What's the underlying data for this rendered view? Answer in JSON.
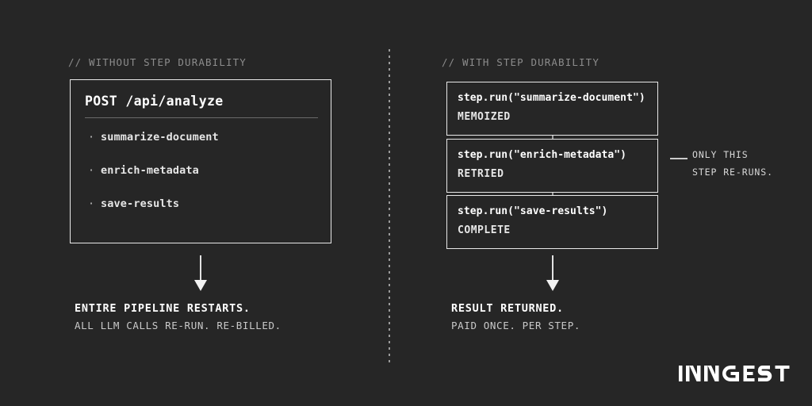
{
  "background_color": "#262626",
  "left_panel": {
    "comment": "// WITHOUT STEP DURABILITY",
    "box": {
      "title": "POST /api/analyze",
      "items": [
        {
          "bullet": "·",
          "label": "summarize-document"
        },
        {
          "bullet": "·",
          "label": "enrich-metadata"
        },
        {
          "bullet": "·",
          "label": "save-results"
        }
      ]
    },
    "caption": {
      "primary": "ENTIRE PIPELINE RESTARTS.",
      "secondary": "ALL LLM CALLS RE-RUN. RE-BILLED."
    }
  },
  "right_panel": {
    "comment": "// WITH STEP DURABILITY",
    "steps": [
      {
        "call": "step.run(\"summarize-document\")",
        "status": "MEMOIZED"
      },
      {
        "call": "step.run(\"enrich-metadata\")",
        "status": "RETRIED"
      },
      {
        "call": "step.run(\"save-results\")",
        "status": "COMPLETE"
      }
    ],
    "callout": {
      "line1": "ONLY THIS",
      "line2": "STEP RE-RUNS."
    },
    "caption": {
      "primary": "RESULT RETURNED.",
      "secondary": "PAID ONCE. PER STEP."
    }
  },
  "brand": {
    "wordmark": "INNGEST",
    "color": "#ffffff"
  },
  "colors": {
    "border": "#e8e8e8",
    "comment_text": "#8c8c8c",
    "primary_text": "#ffffff",
    "secondary_text": "#c9c9c9",
    "divider": "#9a9a9a"
  }
}
